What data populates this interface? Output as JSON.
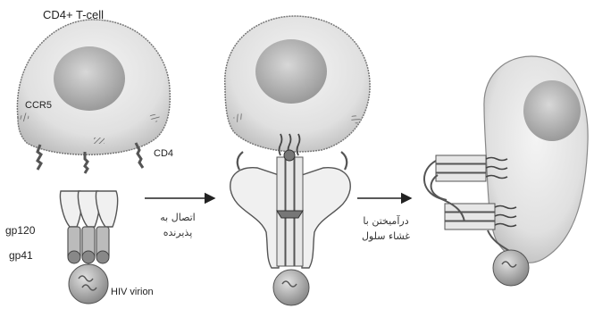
{
  "labels": {
    "cell": "CD4+ T-cell",
    "ccr5": "CCR5",
    "cd4": "CD4",
    "gp120": "gp120",
    "gp41": "gp41",
    "virion": "HIV virion",
    "step1_line1": "اتصال به",
    "step1_line2": "پذیرنده",
    "step2_line1": "درآمیختن با",
    "step2_line2": "غشاء سلول"
  }
}
